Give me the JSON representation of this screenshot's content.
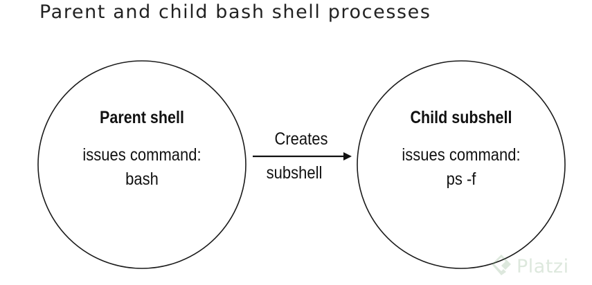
{
  "title": "Parent and child bash shell processes",
  "nodes": {
    "parent": {
      "title": "Parent shell",
      "line1": "issues command:",
      "line2": "bash"
    },
    "child": {
      "title": "Child subshell",
      "line1": "issues command:",
      "line2": "ps -f"
    }
  },
  "edge": {
    "label_top": "Creates",
    "label_bottom": "subshell"
  },
  "watermark": {
    "text": "Platzi",
    "icon": "platzi-logo-icon"
  }
}
